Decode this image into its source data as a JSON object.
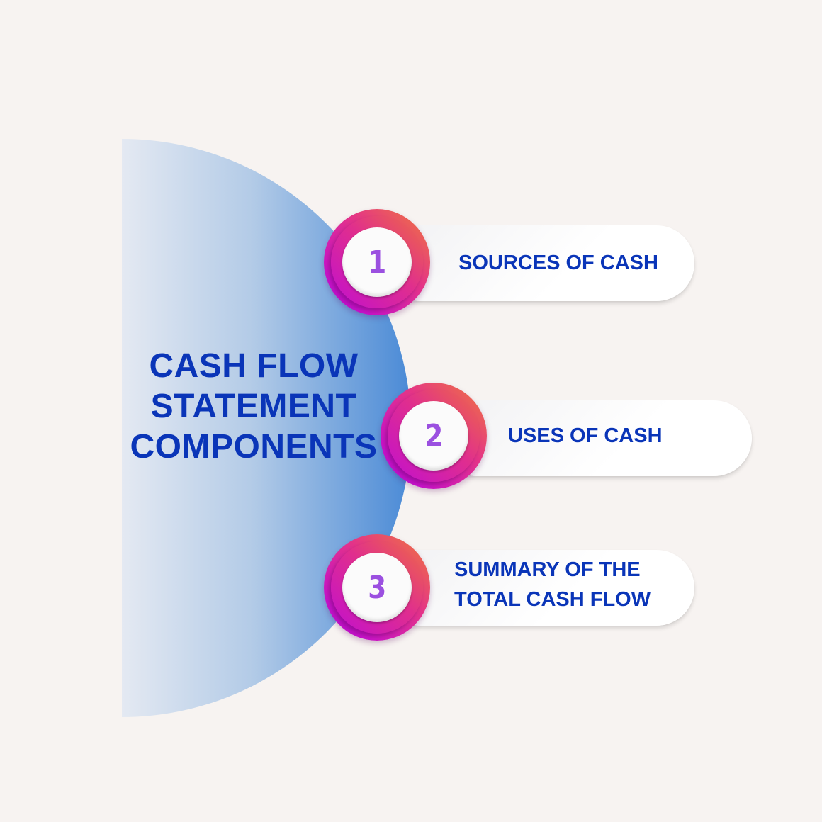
{
  "title": {
    "lines": [
      "CASH FLOW",
      "STATEMENT",
      "COMPONENTS"
    ]
  },
  "colors": {
    "background": "#f7f3f1",
    "title_text": "#0a35b8",
    "number_text": "#9b50e0",
    "badge_gradient_start": "#f07a3a",
    "badge_gradient_end": "#c712c9",
    "half_circle_gradient_start": "#e4e9f2",
    "half_circle_gradient_end": "#4a8ad6"
  },
  "items": [
    {
      "number": "1",
      "label": "SOURCES OF CASH"
    },
    {
      "number": "2",
      "label": "USES OF CASH"
    },
    {
      "number": "3",
      "label_lines": [
        "SUMMARY OF THE",
        "TOTAL CASH FLOW"
      ]
    }
  ]
}
